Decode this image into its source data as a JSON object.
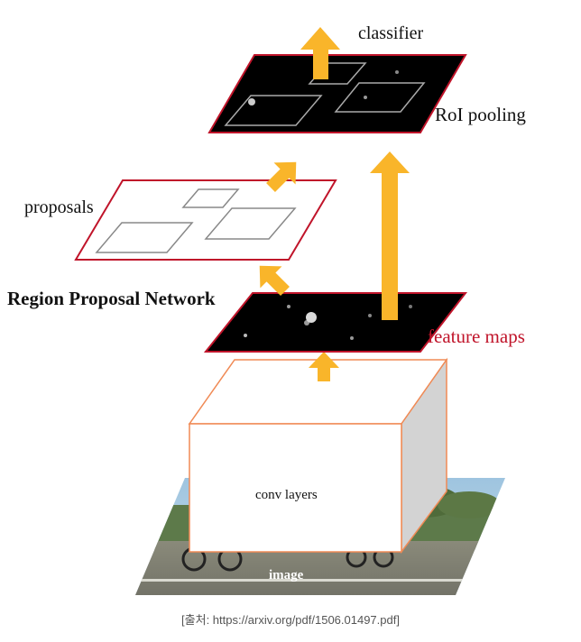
{
  "diagram": {
    "labels": {
      "classifier": "classifier",
      "roi_pooling": "RoI pooling",
      "proposals": "proposals",
      "rpn": "Region Proposal Network",
      "feature_maps": "feature maps",
      "conv_layers": "conv layers",
      "image": "image"
    },
    "colors": {
      "arrow": "#F9B52A",
      "plane_border": "#C0142A",
      "box_border": "#F08A55",
      "feature_map_fill": "#000000",
      "feature_label": "#C0142A"
    }
  },
  "caption": "[출처: https://arxiv.org/pdf/1506.01497.pdf]"
}
